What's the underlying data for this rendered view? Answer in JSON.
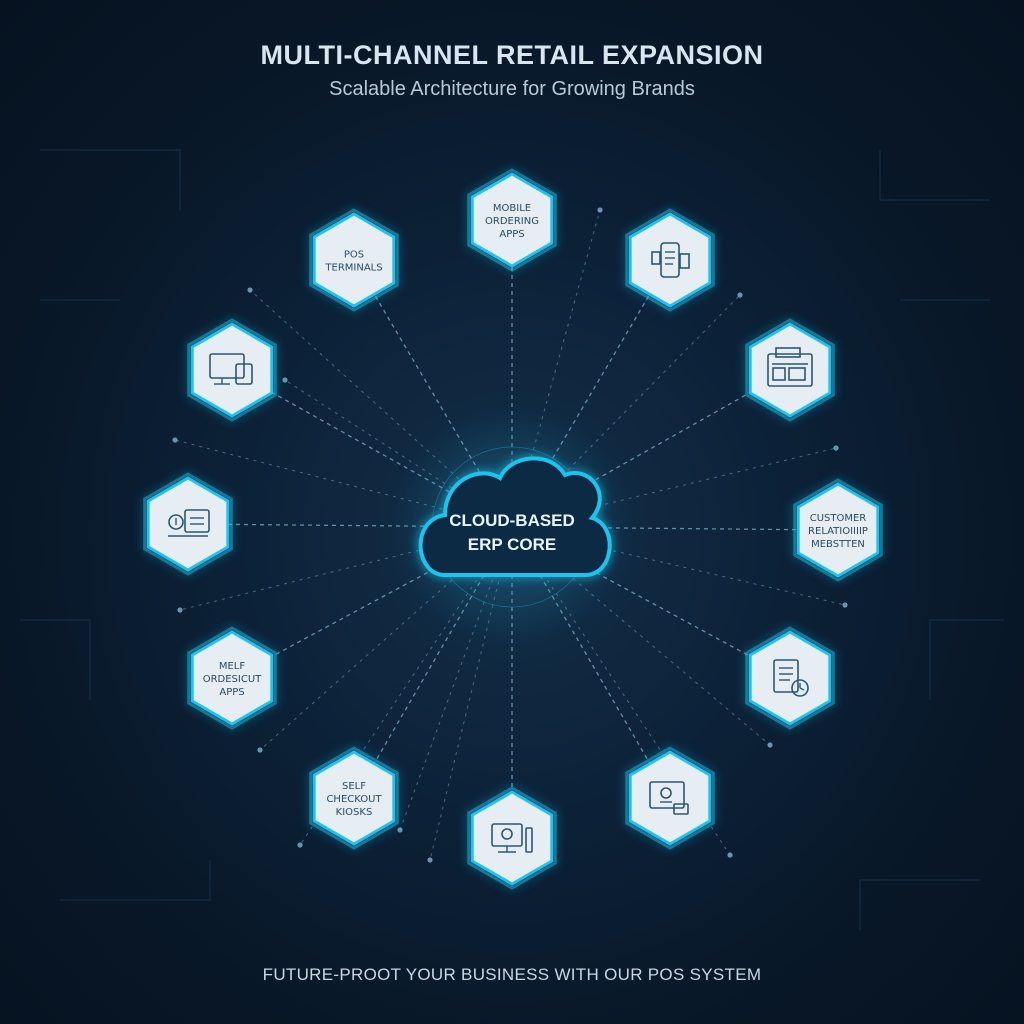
{
  "header": {
    "title": "MULTI-CHANNEL RETAIL EXPANSION",
    "subtitle": "Scalable Architecture for Growing Brands"
  },
  "core": {
    "lines": [
      "CLOUD-BASED",
      "ERP CORE"
    ],
    "icon": "cloud-icon"
  },
  "nodes": [
    {
      "id": "mobile-ordering-apps",
      "lines": [
        "MOBILE",
        "ORDERING",
        "APPS"
      ],
      "icon": null
    },
    {
      "id": "mobile-app",
      "lines": [],
      "icon": "smartphone-icon"
    },
    {
      "id": "web-dashboard",
      "lines": [],
      "icon": "dashboard-icon"
    },
    {
      "id": "customer-relationship",
      "lines": [
        "CUSTOMER",
        "RELATIOIIIIP",
        "MEBSTTEN"
      ],
      "icon": null
    },
    {
      "id": "reports-clock",
      "lines": [],
      "icon": "report-clock-icon"
    },
    {
      "id": "touch-screen",
      "lines": [],
      "icon": "touch-screen-icon"
    },
    {
      "id": "desktop-terminal",
      "lines": [],
      "icon": "desktop-icon"
    },
    {
      "id": "self-checkout-kiosks",
      "lines": [
        "SELF",
        "CHECKOUT",
        "KIOSKS"
      ],
      "icon": null
    },
    {
      "id": "melf-ordesicut-apps",
      "lines": [
        "MELF",
        "ORDESICUT",
        "APPS"
      ],
      "icon": null
    },
    {
      "id": "card-reader",
      "lines": [],
      "icon": "card-reader-icon"
    },
    {
      "id": "monitor-tablet",
      "lines": [],
      "icon": "monitor-tablet-icon"
    },
    {
      "id": "pos-terminals",
      "lines": [
        "POS",
        "TERMINALS"
      ],
      "icon": null
    }
  ],
  "footer": {
    "text": "FUTURE-PROOT YOUR BUSINESS WITH OUR POS SYSTEM"
  },
  "colors": {
    "accent": "#1fc3ee",
    "node_fill": "#e6eef4",
    "line": "#7fb1cc",
    "background": "#0a1c30"
  }
}
